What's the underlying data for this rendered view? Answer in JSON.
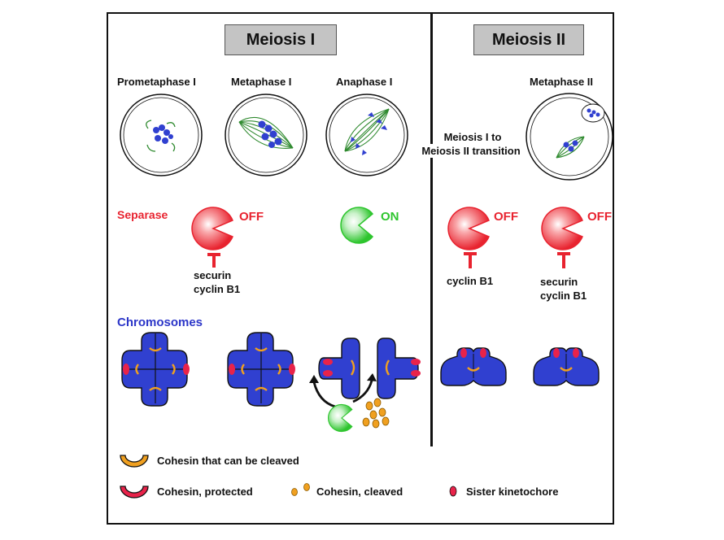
{
  "headers": {
    "meiosis1": "Meiosis I",
    "meiosis2": "Meiosis II"
  },
  "phases": {
    "prometaphase1": "Prometaphase I",
    "metaphase1": "Metaphase I",
    "anaphase1": "Anaphase I",
    "metaphase2": "Metaphase II"
  },
  "transition": {
    "line1": "Meiosis I to",
    "line2": "Meiosis II transition"
  },
  "rows": {
    "separase": "Separase",
    "chromosomes": "Chromosomes"
  },
  "separase_states": {
    "off": "OFF",
    "on": "ON"
  },
  "inhibitors": {
    "securin": "securin",
    "cyclin": "cyclin B1"
  },
  "legend": {
    "cleavable": "Cohesin that can be cleaved",
    "protected": "Cohesin, protected",
    "cleaved": "Cohesin, cleaved",
    "kinetochore": "Sister kinetochore"
  },
  "colors": {
    "separase_off": "#e8232f",
    "separase_on": "#2ec52e",
    "chromosome": "#3040d0",
    "cohesin_cleavable": "#f0a020",
    "cohesin_protected": "#e8234a",
    "spindle": "#2f8a2f"
  }
}
